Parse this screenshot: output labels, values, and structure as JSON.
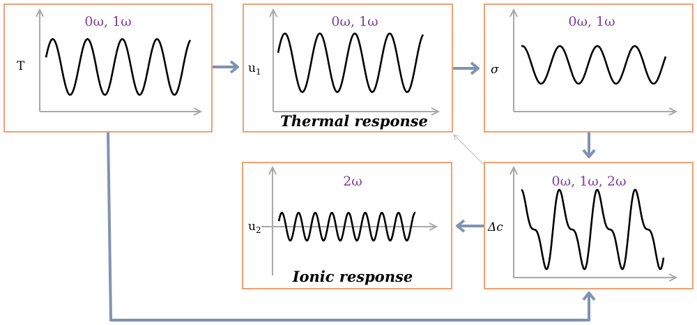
{
  "colors": {
    "box_border": "#f0a070",
    "flow_arrow": "#7f93b2",
    "axis": "#a8a8a8",
    "frequency_text": "#7b3f9e",
    "waveform": "#000000"
  },
  "panels": [
    {
      "id": "T",
      "variable": "T",
      "variable_sub": "",
      "frequency": "0ω, 1ω",
      "caption": ""
    },
    {
      "id": "u1",
      "variable": "u",
      "variable_sub": "1",
      "frequency": "0ω, 1ω",
      "caption": "Thermal response"
    },
    {
      "id": "sigma",
      "variable": "σ",
      "variable_sub": "",
      "frequency": "0ω, 1ω",
      "caption": ""
    },
    {
      "id": "deltac",
      "variable": "Δc",
      "variable_sub": "",
      "frequency": "0ω, 1ω, 2ω",
      "caption": ""
    },
    {
      "id": "u2",
      "variable": "u",
      "variable_sub": "2",
      "frequency": "2ω",
      "caption": "Ionic response"
    }
  ],
  "connections": [
    {
      "from": "T",
      "to": "u1",
      "style": "arrow"
    },
    {
      "from": "u1",
      "to": "sigma",
      "style": "arrow"
    },
    {
      "from": "sigma",
      "to": "deltac",
      "style": "arrow"
    },
    {
      "from": "deltac",
      "to": "u2",
      "style": "arrow"
    },
    {
      "from": "T",
      "to": "deltac",
      "style": "arrow"
    },
    {
      "from": "deltac",
      "to": "u1",
      "style": "thin-arrow"
    }
  ]
}
